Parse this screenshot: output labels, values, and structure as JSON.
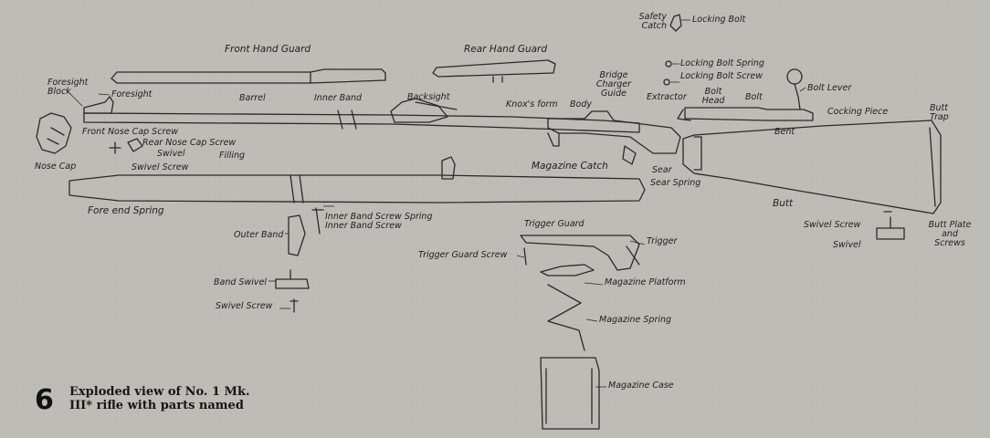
{
  "caption": {
    "number": "6",
    "text": "Exploded view of No. 1 Mk.\nIII* rifle with parts named"
  },
  "labels": {
    "safety_catch": "Safety\nCatch",
    "locking_bolt": "Locking Bolt",
    "front_hand_guard": "Front Hand Guard",
    "rear_hand_guard": "Rear Hand Guard",
    "locking_bolt_spring": "Locking Bolt Spring",
    "locking_bolt_screw": "Locking Bolt Screw",
    "foresight_block": "Foresight\nBlock",
    "foresight": "Foresight",
    "barrel": "Barrel",
    "inner_band": "Inner Band",
    "backsight": "Backsight",
    "bridge_charger_guide": "Bridge\nCharger\nGuide",
    "bolt_lever": "Bolt Lever",
    "knoxs_form": "Knox's form",
    "body": "Body",
    "extractor": "Extractor",
    "bolt_head": "Bolt\nHead",
    "bolt": "Bolt",
    "butt_trap": "Butt\nTrap",
    "cocking_piece": "Cocking Piece",
    "bent": "Bent",
    "front_nose_cap_screw": "Front Nose Cap Screw",
    "rear_nose_cap_screw": "Rear Nose Cap Screw",
    "swivel_top": "Swivel",
    "filling": "Filling",
    "nose_cap": "Nose Cap",
    "swivel_screw_top": "Swivel Screw",
    "magazine_catch": "Magazine Catch",
    "sear": "Sear",
    "sear_spring": "Sear Spring",
    "fore_end_spring": "Fore end Spring",
    "inner_band_screw_spring": "Inner Band Screw Spring",
    "inner_band_screw": "Inner Band Screw",
    "butt": "Butt",
    "outer_band": "Outer Band",
    "trigger_guard": "Trigger Guard",
    "trigger": "Trigger",
    "swivel_screw_right": "Swivel Screw",
    "butt_plate_and_screws": "Butt Plate\nand\nScrews",
    "swivel_right": "Swivel",
    "trigger_guard_screw": "Trigger Guard Screw",
    "band_swivel": "Band Swivel",
    "magazine_platform": "Magazine Platform",
    "swivel_screw_bottom": "Swivel Screw",
    "magazine_spring": "Magazine Spring",
    "magazine_case": "Magazine Case"
  }
}
